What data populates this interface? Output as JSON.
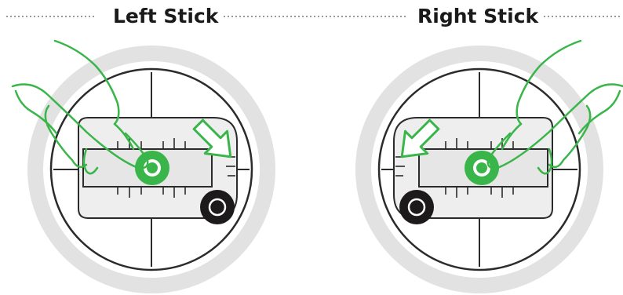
{
  "left_panel": {
    "title": "Left Stick"
  },
  "right_panel": {
    "title": "Right Stick"
  },
  "colors": {
    "outer_ring": "#e2e2e2",
    "gimbal_ring": "#2b2b2b",
    "plate_fill": "#eeeeee",
    "stick_green": "#39b54a",
    "arrow_green": "#39b54a",
    "button_black": "#1c1a1a",
    "dotted_rule": "#9a9a9a"
  },
  "icons": [
    "left-stick-diagram",
    "right-stick-diagram",
    "hand-outline-icon",
    "direction-arrow-icon",
    "round-button-icon"
  ]
}
